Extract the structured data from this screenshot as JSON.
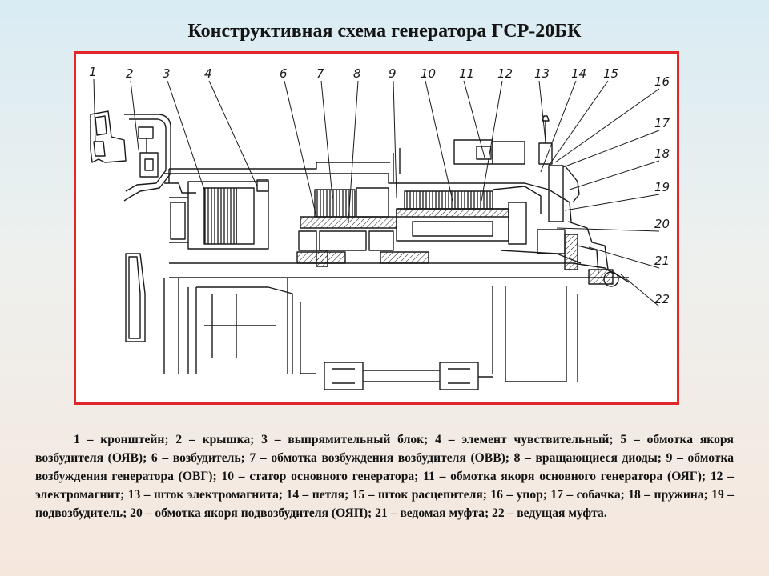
{
  "title": "Конструктивная схема генератора ГСР-20БК",
  "part_numbers": [
    "1",
    "2",
    "3",
    "4",
    "6",
    "7",
    "8",
    "9",
    "10",
    "11",
    "12",
    "13",
    "14",
    "15",
    "16",
    "17",
    "18",
    "19",
    "20",
    "21",
    "22"
  ],
  "caption": "1 – кронштейн; 2 – крышка; 3 – выпрямительный блок; 4 – элемент чувствительный; 5 – обмотка якоря возбудителя (ОЯВ); 6 – возбудитель; 7 – обмотка возбуждения возбудителя (ОВВ); 8 – вращающиеся диоды; 9 – обмотка возбуждения генератора (ОВГ); 10 – статор основного генератора; 11 – обмотка якоря основного генератора (ОЯГ); 12 – электромагнит; 13 – шток электромагнита; 14 – петля; 15 – шток расцепителя; 16 – упор; 17 – собачка; 18 – пружина; 19 – подвозбудитель; 20 – обмотка якоря подвозбудителя (ОЯП); 21 – ведомая муфта; 22 – ведущая муфта.",
  "colors": {
    "frame": "#e3262a",
    "ink": "#1a1a1a"
  }
}
